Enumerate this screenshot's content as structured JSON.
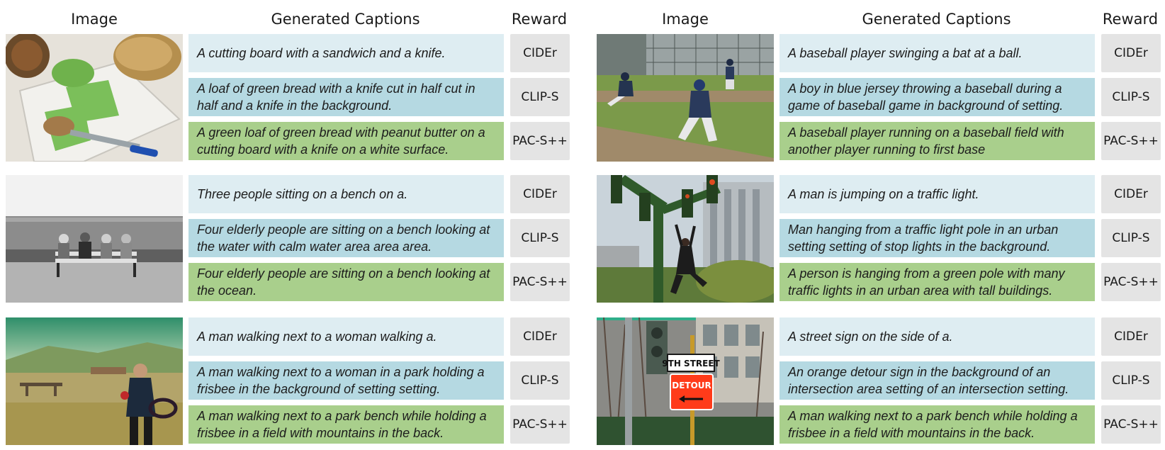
{
  "headers": {
    "image": "Image",
    "captions": "Generated Captions",
    "reward": "Reward"
  },
  "colors": {
    "cider": "#deedf2",
    "clip_s": "#b5d9e2",
    "pac_s": "#a9cf8c",
    "reward_bg": "#e4e4e4"
  },
  "panels": [
    {
      "rows": [
        {
          "image": "cutting-board-bread",
          "captions": [
            {
              "text": "A cutting board with a sandwich and a knife.",
              "reward": "CIDEr"
            },
            {
              "text": "A loaf of green bread with a knife cut in half cut in half and a knife in the background.",
              "reward": "CLIP-S"
            },
            {
              "text": "A green loaf of green bread with peanut butter on a cutting board with a knife on a white surface.",
              "reward": "PAC-S++"
            }
          ]
        },
        {
          "image": "elderly-bench-ocean",
          "captions": [
            {
              "text": "Three people sitting on a bench on a.",
              "reward": "CIDEr"
            },
            {
              "text": "Four elderly people are sitting on a bench looking at the water with calm water area area area.",
              "reward": "CLIP-S"
            },
            {
              "text": "Four elderly people are sitting on a bench looking at the ocean.",
              "reward": "PAC-S++"
            }
          ]
        },
        {
          "image": "man-frisbee-park",
          "captions": [
            {
              "text": "A man walking next to a woman walking a.",
              "reward": "CIDEr"
            },
            {
              "text": "A man walking next to a woman in a park holding a frisbee in the background of setting setting.",
              "reward": "CLIP-S"
            },
            {
              "text": "A man walking next to a park bench while holding a frisbee in a field with mountains in the back.",
              "reward": "PAC-S++"
            }
          ]
        }
      ]
    },
    {
      "rows": [
        {
          "image": "baseball-field",
          "captions": [
            {
              "text": "A baseball player swinging a bat at a ball.",
              "reward": "CIDEr"
            },
            {
              "text": "A boy in blue jersey throwing a baseball during a game of baseball game in background of setting.",
              "reward": "CLIP-S"
            },
            {
              "text": "A baseball player running on a baseball field with another player running to first base",
              "reward": "PAC-S++"
            }
          ]
        },
        {
          "image": "traffic-light-pole",
          "captions": [
            {
              "text": "A man is jumping on a traffic light.",
              "reward": "CIDEr"
            },
            {
              "text": "Man hanging from a traffic light pole in an urban setting setting of stop lights in the background.",
              "reward": "CLIP-S"
            },
            {
              "text": "A person is hanging from a green pole with many traffic lights in an urban area with tall buildings.",
              "reward": "PAC-S++"
            }
          ]
        },
        {
          "image": "detour-sign",
          "sign_text": {
            "street": "9TH STREET",
            "detour": "DETOUR"
          },
          "captions": [
            {
              "text": "A street sign on the side of a.",
              "reward": "CIDEr"
            },
            {
              "text": "An orange detour sign in the background of an intersection area setting of an intersection setting.",
              "reward": "CLIP-S"
            },
            {
              "text": "A man walking next to a park bench while holding a frisbee in a field with mountains in the back.",
              "reward": "PAC-S++"
            }
          ]
        }
      ]
    }
  ]
}
